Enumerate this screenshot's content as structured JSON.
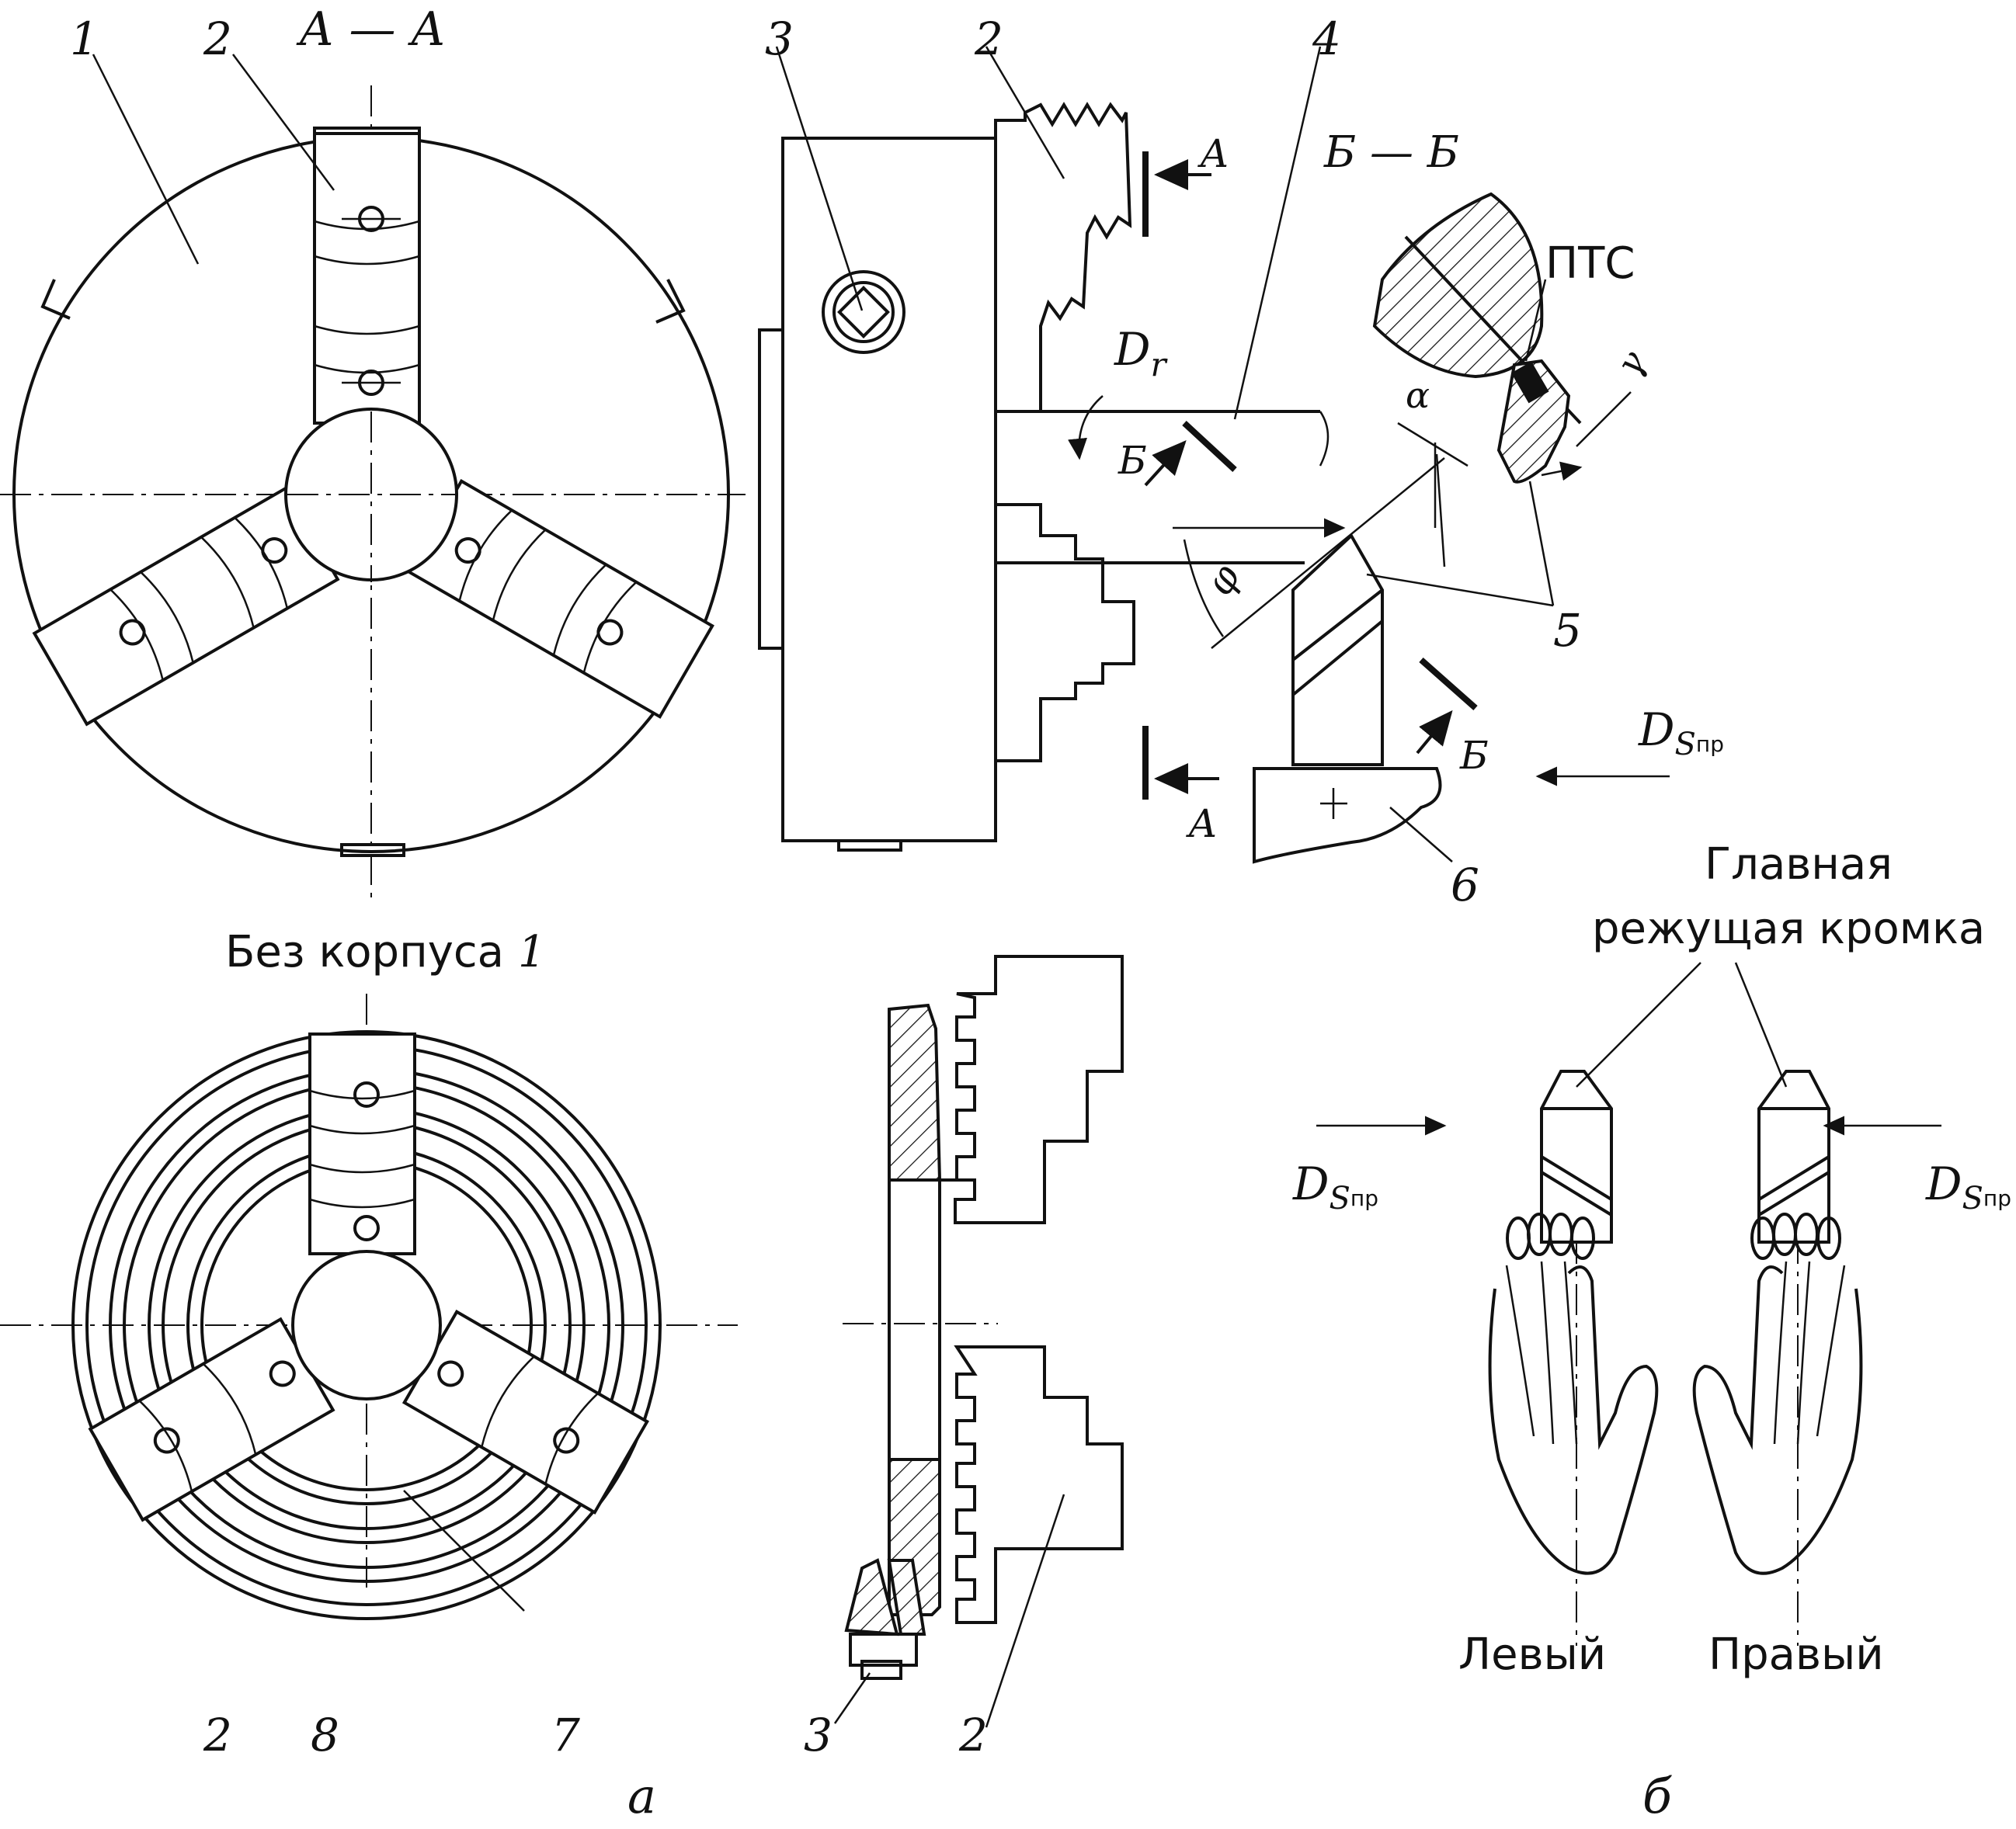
{
  "labels": {
    "section_aa": "А — А",
    "section_bb": "Б — Б",
    "n1": "1",
    "n2a": "2",
    "n2b": "2",
    "n2c": "2",
    "n2d": "2",
    "n3a": "3",
    "n3b": "3",
    "n4": "4",
    "n5": "5",
    "n6": "6",
    "n7": "7",
    "n8": "8",
    "arrow_a1": "А",
    "arrow_a2": "А",
    "arrow_b1": "Б",
    "arrow_b2": "Б",
    "dr": "D",
    "dr_sub": "r",
    "pts": "ПТС",
    "alpha": "α",
    "gamma": "γ",
    "phi": "φ",
    "ds_main": "D",
    "ds_main_sub": "S",
    "ds_main_subsub": "пр",
    "ds_left": "D",
    "ds_left_sub": "S",
    "ds_left_subsub": "пр",
    "ds_right": "D",
    "ds_right_sub": "S",
    "ds_right_subsub": "пр",
    "without_body": "Без корпуса",
    "without_body_num": "1",
    "main_edge_line1": "Главная",
    "main_edge_line2": "режущая кромка",
    "left": "Левый",
    "right": "Правый",
    "fig_a": "а",
    "fig_b": "б"
  }
}
